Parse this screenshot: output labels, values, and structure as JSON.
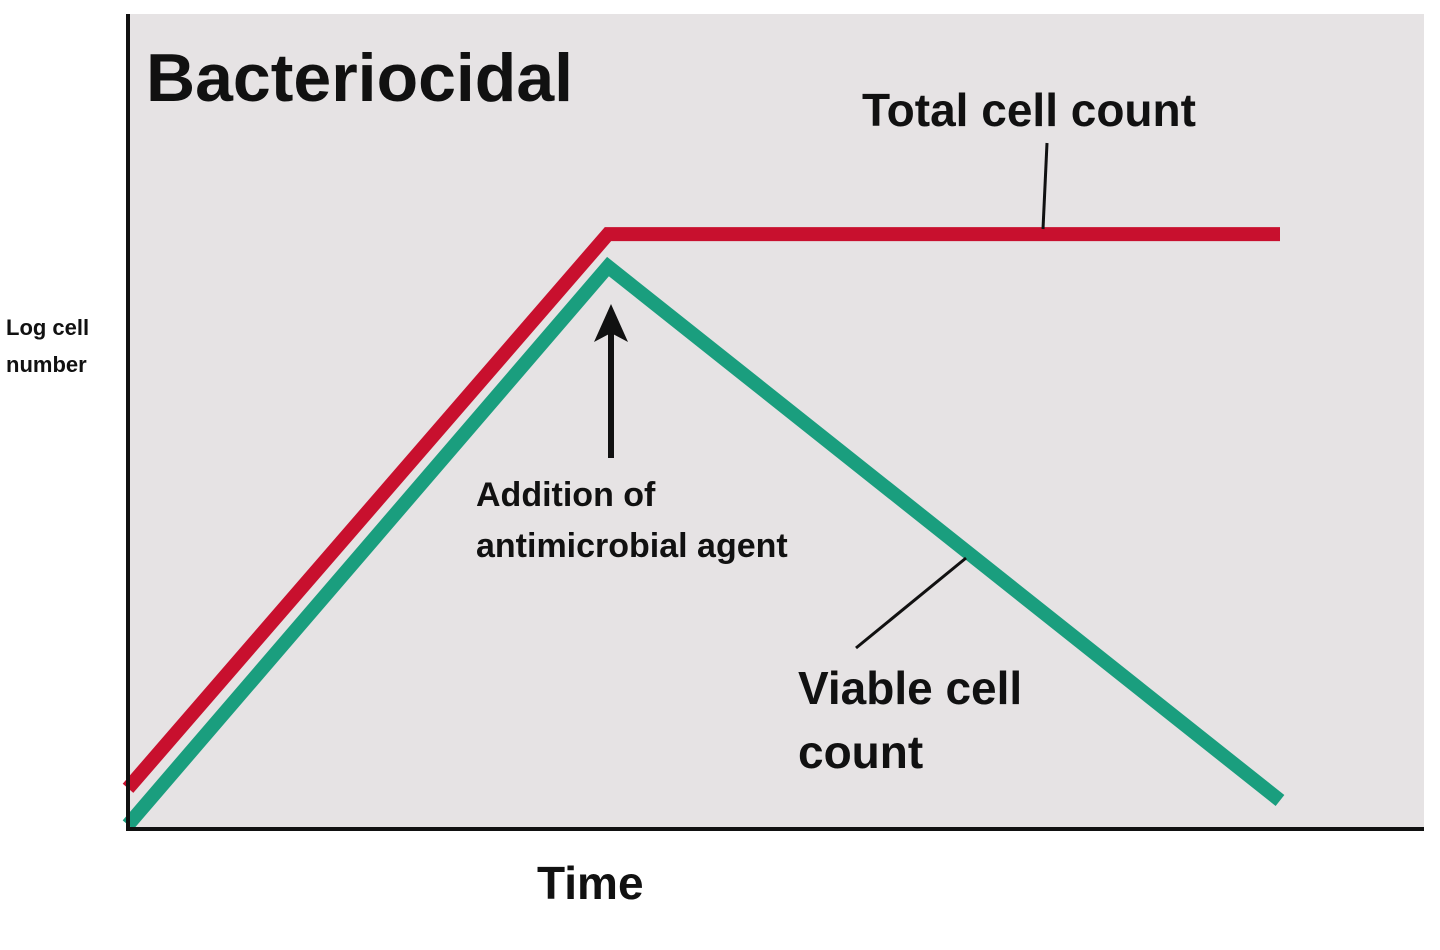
{
  "chart_data": {
    "type": "line",
    "title": "Bacteriocidal",
    "xlabel": "Time",
    "ylabel_lines": [
      "Log cell",
      "number"
    ],
    "x": [
      0,
      5,
      12
    ],
    "xlim": [
      0,
      13.5
    ],
    "ylim": [
      0,
      10
    ],
    "grid": false,
    "legend": "none",
    "series": [
      {
        "name": "Total cell count",
        "values": [
          0.5,
          7.3,
          7.3
        ],
        "color": "#c8102e"
      },
      {
        "name": "Viable cell count",
        "values": [
          0.05,
          6.9,
          0.35
        ],
        "color": "#1a9e7e"
      }
    ],
    "series_label_lines": [
      [
        "Total cell count"
      ],
      [
        "Viable cell",
        "count"
      ]
    ],
    "annotation": {
      "lines": [
        "Addition of",
        "antimicrobial agent"
      ],
      "x": 5,
      "arrow": true
    },
    "background_color": "#e6e3e4"
  }
}
